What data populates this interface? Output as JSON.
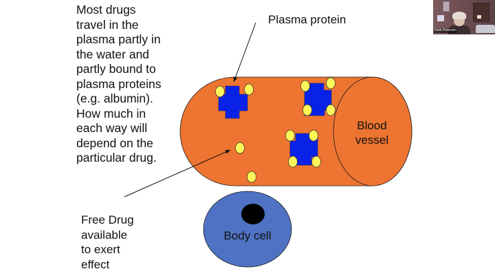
{
  "slide": {
    "main_text": "Most drugs\ntravel in the\nplasma partly in\nthe water and\npartly bound to\nplasma proteins\n(e.g. albumin).\nHow much in\neach way will\ndepend on the\nparticular drug.",
    "plasma_protein_label": "Plasma protein",
    "free_drug_label": "Free Drug\navailable\nto exert\neffect",
    "blood_vessel_label": "Blood\nvessel",
    "body_cell_label": "Body cell"
  },
  "diagram": {
    "colors": {
      "vessel_fill": "#ee7431",
      "protein_fill": "#0a22e8",
      "drug_fill": "#fdf65a",
      "cell_fill": "#4f72c4",
      "nucleus_fill": "#000000",
      "outline": "#1a1a1a"
    },
    "components": [
      "blood vessel",
      "plasma protein",
      "bound drug",
      "free drug",
      "body cell",
      "nucleus"
    ],
    "plasma_protein_count": 3,
    "bound_drug_count": 10,
    "free_drug_count": 2
  },
  "webcam": {
    "participant_name": "Ruth Peterson"
  }
}
